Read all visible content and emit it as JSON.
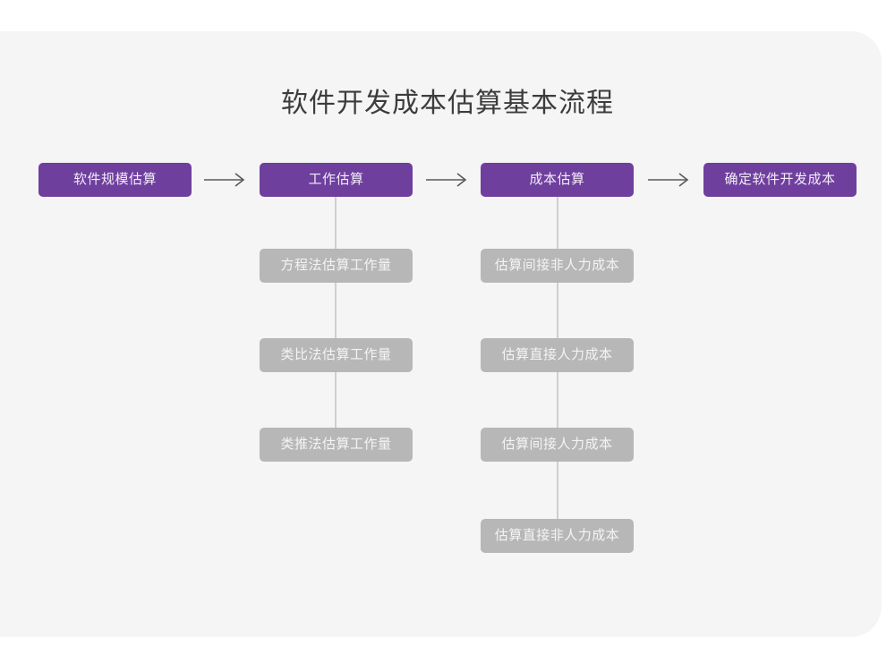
{
  "page": {
    "title": "软件开发成本估算基本流程",
    "background_color": "#ffffff",
    "card_color": "#f5f5f5"
  },
  "theme": {
    "primary_color": "#6f3f9e",
    "secondary_color": "#b7b7b7",
    "primary_text_color": "#f2ecf7",
    "secondary_text_color": "#f4f4f4",
    "title_color": "#3c3c3c",
    "connector_color": "#cfcfcf",
    "arrow_color": "#595959"
  },
  "flow": {
    "main_steps": [
      {
        "label": "软件规模估算"
      },
      {
        "label": "工作估算"
      },
      {
        "label": "成本估算"
      },
      {
        "label": "确定软件开发成本"
      }
    ],
    "arrows": [
      {
        "glyph": "long-right-arrow"
      },
      {
        "glyph": "long-right-arrow"
      },
      {
        "glyph": "long-right-arrow"
      }
    ],
    "branches": [
      {
        "parent": "工作估算",
        "items": [
          {
            "label": "方程法估算工作量"
          },
          {
            "label": "类比法估算工作量"
          },
          {
            "label": "类推法估算工作量"
          }
        ]
      },
      {
        "parent": "成本估算",
        "items": [
          {
            "label": "估算间接非人力成本"
          },
          {
            "label": "估算直接人力成本"
          },
          {
            "label": "估算间接人力成本"
          },
          {
            "label": "估算直接非人力成本"
          }
        ]
      }
    ]
  }
}
